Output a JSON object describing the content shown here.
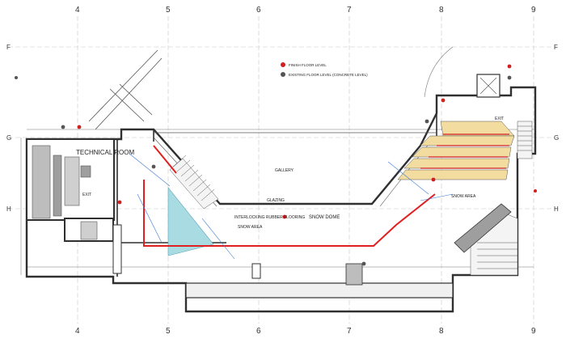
{
  "grid": {
    "columns": [
      "4",
      "5",
      "6",
      "7",
      "8",
      "9"
    ],
    "rows": [
      "F",
      "G",
      "H"
    ]
  },
  "legend": {
    "finish_floor_level": "FINISH FLOOR LEVEL",
    "existing_floor_level": "EXISTING FLOOR LEVEL (CONCRETE LEVEL)"
  },
  "rooms": {
    "technical_room": "TECHNICAL ROOM",
    "gallery": "GALLERY",
    "glazing": "GLAZING",
    "snow_dome": "SNOW DOME",
    "snow_area": "SNOW AREA",
    "interlocking_rubber": "INTERLOCKING RUBBER FLOORING",
    "exit": "EXIT"
  },
  "colors": {
    "red_route": "#e02020",
    "tier": "#f3dca0",
    "glass": "#a9dbe3",
    "wall": "#303030"
  }
}
